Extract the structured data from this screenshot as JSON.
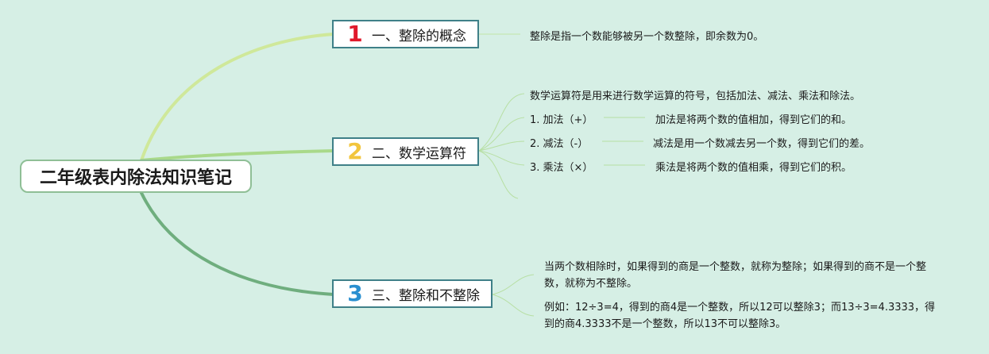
{
  "root": {
    "title": "二年级表内除法知识笔记"
  },
  "topics": [
    {
      "number": "1",
      "number_color": "#e0192b",
      "label": "一、整除的概念",
      "leaves": [
        "整除是指一个数能够被另一个数整除，即余数为0。"
      ]
    },
    {
      "number": "2",
      "number_color": "#f2c53d",
      "label": "二、数学运算符",
      "intro": "数学运算符是用来进行数学运算的符号，包括加法、减法、乘法和除法。",
      "items": [
        {
          "name": "1. 加法（+）",
          "desc": "加法是将两个数的值相加，得到它们的和。"
        },
        {
          "name": "2. 减法（-）",
          "desc": "减法是用一个数减去另一个数，得到它们的差。"
        },
        {
          "name": "3. 乘法（×）",
          "desc": "乘法是将两个数的值相乘，得到它们的积。"
        }
      ]
    },
    {
      "number": "3",
      "number_color": "#2a8fd0",
      "label": "三、整除和不整除",
      "paragraphs": [
        "当两个数相除时，如果得到的商是一个整数，就称为整除；如果得到的商不是一个整数，就称为不整除。",
        "例如：12÷3=4，得到的商4是一个整数，所以12可以整除3；而13÷3=4.3333，得到的商4.3333不是一个整数，所以13不可以整除3。"
      ]
    }
  ],
  "colors": {
    "background": "#d6efe5",
    "branch1": "#cfe89a",
    "branch2": "#a9d98a",
    "branch3": "#6fae7e",
    "leaf_line": "#b7dfa3"
  }
}
